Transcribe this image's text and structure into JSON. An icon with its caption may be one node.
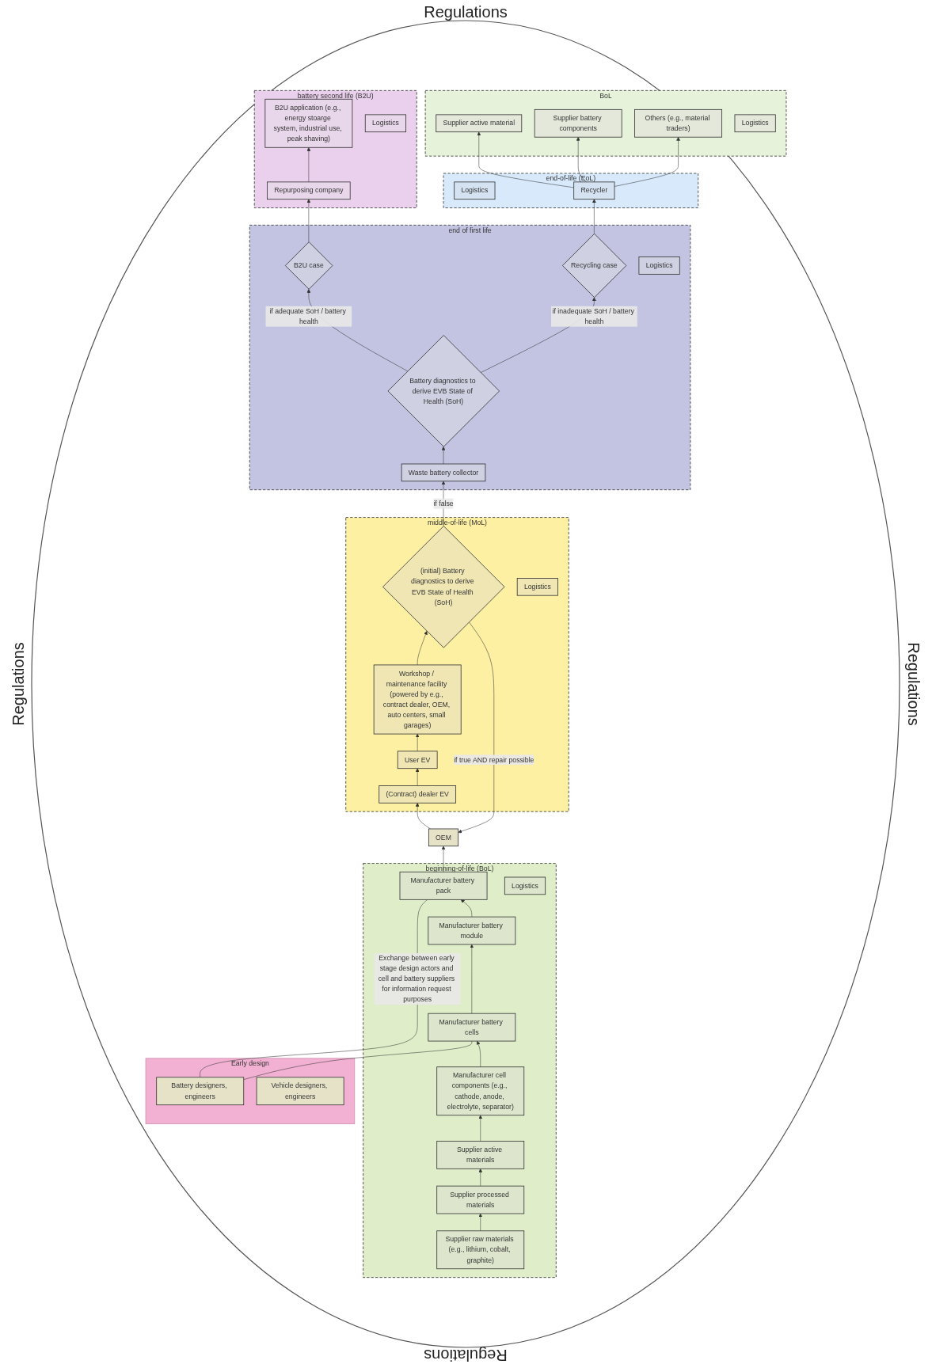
{
  "diagram": {
    "nodes": [
      {
        "text": [
          "Early design"
        ]
      },
      {
        "text": [
          "Battery designers, engineers"
        ],
        "in": 0
      },
      {
        "text": [
          "Vehicle designers, engineers"
        ],
        "in": 0
      },
      {
        "text": [
          "beginning-of-life (BoL)"
        ]
      },
      {
        "text": [
          "Supplier raw materials (e.g., lithium, cobalt, graphite)"
        ],
        "in": 3
      },
      {
        "text": [
          "Supplier processed materials"
        ],
        "in": 3
      },
      {
        "text": [
          "Supplier active materials"
        ],
        "in": 3
      },
      {
        "text": [
          "Manufacturer cell components (e.g., cathode, anode, electrolyte, separator)"
        ],
        "in": 3
      },
      {
        "text": [
          "Manufacturer battery cells"
        ],
        "in": 3
      },
      {
        "text": [
          "Manufacturer battery module"
        ],
        "in": 3
      },
      {
        "text": [
          "Manufacturer battery pack"
        ],
        "in": 3
      },
      {
        "text": [
          "OEM"
        ]
      },
      {
        "text": [
          "Logistics"
        ],
        "in": 3
      },
      {
        "text": [
          "middle-of-life (MoL)"
        ]
      },
      {
        "text": [
          "(Contract) dealer EV"
        ],
        "in": 13
      },
      {
        "text": [
          "User EV"
        ],
        "in": 13
      },
      {
        "text": [
          "Workshop / maintenance facility (powered by e.g., contract dealer, OEM, auto centers, small garages)"
        ],
        "in": 13
      },
      {
        "text": [
          "(initial) Battery diagnostics to derive EVB State of Health (SoH)"
        ],
        "in": 13
      },
      {
        "text": [
          "Logistics"
        ],
        "in": 13
      },
      {
        "text": [
          "end of first life"
        ]
      },
      {
        "text": [
          "Waste battery collector"
        ],
        "in": 19
      },
      {
        "text": [
          "Battery diagnostics to derive EVB State of Health (SoH)"
        ],
        "in": 19
      },
      {
        "text": [
          "B2U case"
        ],
        "in": 19
      },
      {
        "text": [
          "Recycling case"
        ],
        "in": 19
      },
      {
        "text": [
          "Logistics"
        ],
        "in": 19
      },
      {
        "text": [
          "battery second life (B2U)"
        ]
      },
      {
        "text": [
          "Repurposing company"
        ],
        "in": 25
      },
      {
        "text": [
          "B2U application (e.g., energy stoarge system, industrial use, peak shaving)"
        ],
        "in": 25
      },
      {
        "text": [
          "Logistics"
        ],
        "in": 25
      },
      {
        "text": [
          "end-of-life (EoL)"
        ]
      },
      {
        "text": [
          "Logistics"
        ],
        "in": 29
      },
      {
        "text": [
          "Recycler"
        ],
        "in": 29
      },
      {
        "text": [
          "BoL"
        ]
      },
      {
        "text": [
          "Supplier active material"
        ],
        "in": 32
      },
      {
        "text": [
          "Supplier battery components"
        ],
        "in": 32
      },
      {
        "text": [
          "Others (e.g., material traders)"
        ],
        "in": 32
      },
      {
        "text": [
          "Logistics"
        ],
        "in": 32
      }
    ],
    "edges": [
      {
        "from": 1,
        "to": 10,
        "arrow": "none",
        "label": "Exchange between early stage design actors and cell and battery suppliers for information request purposes"
      },
      {
        "from": 1,
        "to": 8,
        "arrow": "none"
      },
      {
        "from": 4,
        "to": 5,
        "arrow": "to"
      },
      {
        "from": 5,
        "to": 6,
        "arrow": "to"
      },
      {
        "from": 6,
        "to": 7,
        "arrow": "to"
      },
      {
        "from": 7,
        "to": 8,
        "arrow": "to"
      },
      {
        "from": 8,
        "to": 9,
        "arrow": "to"
      },
      {
        "from": 9,
        "to": 10,
        "arrow": "to"
      },
      {
        "from": 10,
        "to": 11,
        "arrow": "to"
      },
      {
        "from": 11,
        "to": 14,
        "arrow": "to"
      },
      {
        "from": 14,
        "to": 15,
        "arrow": "to"
      },
      {
        "from": 15,
        "to": 16,
        "arrow": "to"
      },
      {
        "from": 16,
        "to": 17,
        "arrow": "to"
      },
      {
        "from": 17,
        "to": 11,
        "arrow": "to",
        "label": "if true AND repair possible"
      },
      {
        "from": 17,
        "to": 20,
        "arrow": "to",
        "label": "if false"
      },
      {
        "from": 20,
        "to": 21,
        "arrow": "to"
      },
      {
        "from": 21,
        "to": 22,
        "arrow": "to",
        "label": "if adequate SoH / battery health"
      },
      {
        "from": 21,
        "to": 23,
        "arrow": "to",
        "label": "if inadequate SoH / battery health"
      },
      {
        "from": 22,
        "to": 26,
        "arrow": "to"
      },
      {
        "from": 26,
        "to": 27,
        "arrow": "to"
      },
      {
        "from": 23,
        "to": 31,
        "arrow": "to"
      },
      {
        "from": 31,
        "to": 33,
        "arrow": "to"
      },
      {
        "from": 31,
        "to": 34,
        "arrow": "to"
      },
      {
        "from": 31,
        "to": 35,
        "arrow": "to"
      }
    ],
    "labels": [
      "Regulations",
      "Regulations",
      "Regulations",
      "Regulations"
    ]
  }
}
